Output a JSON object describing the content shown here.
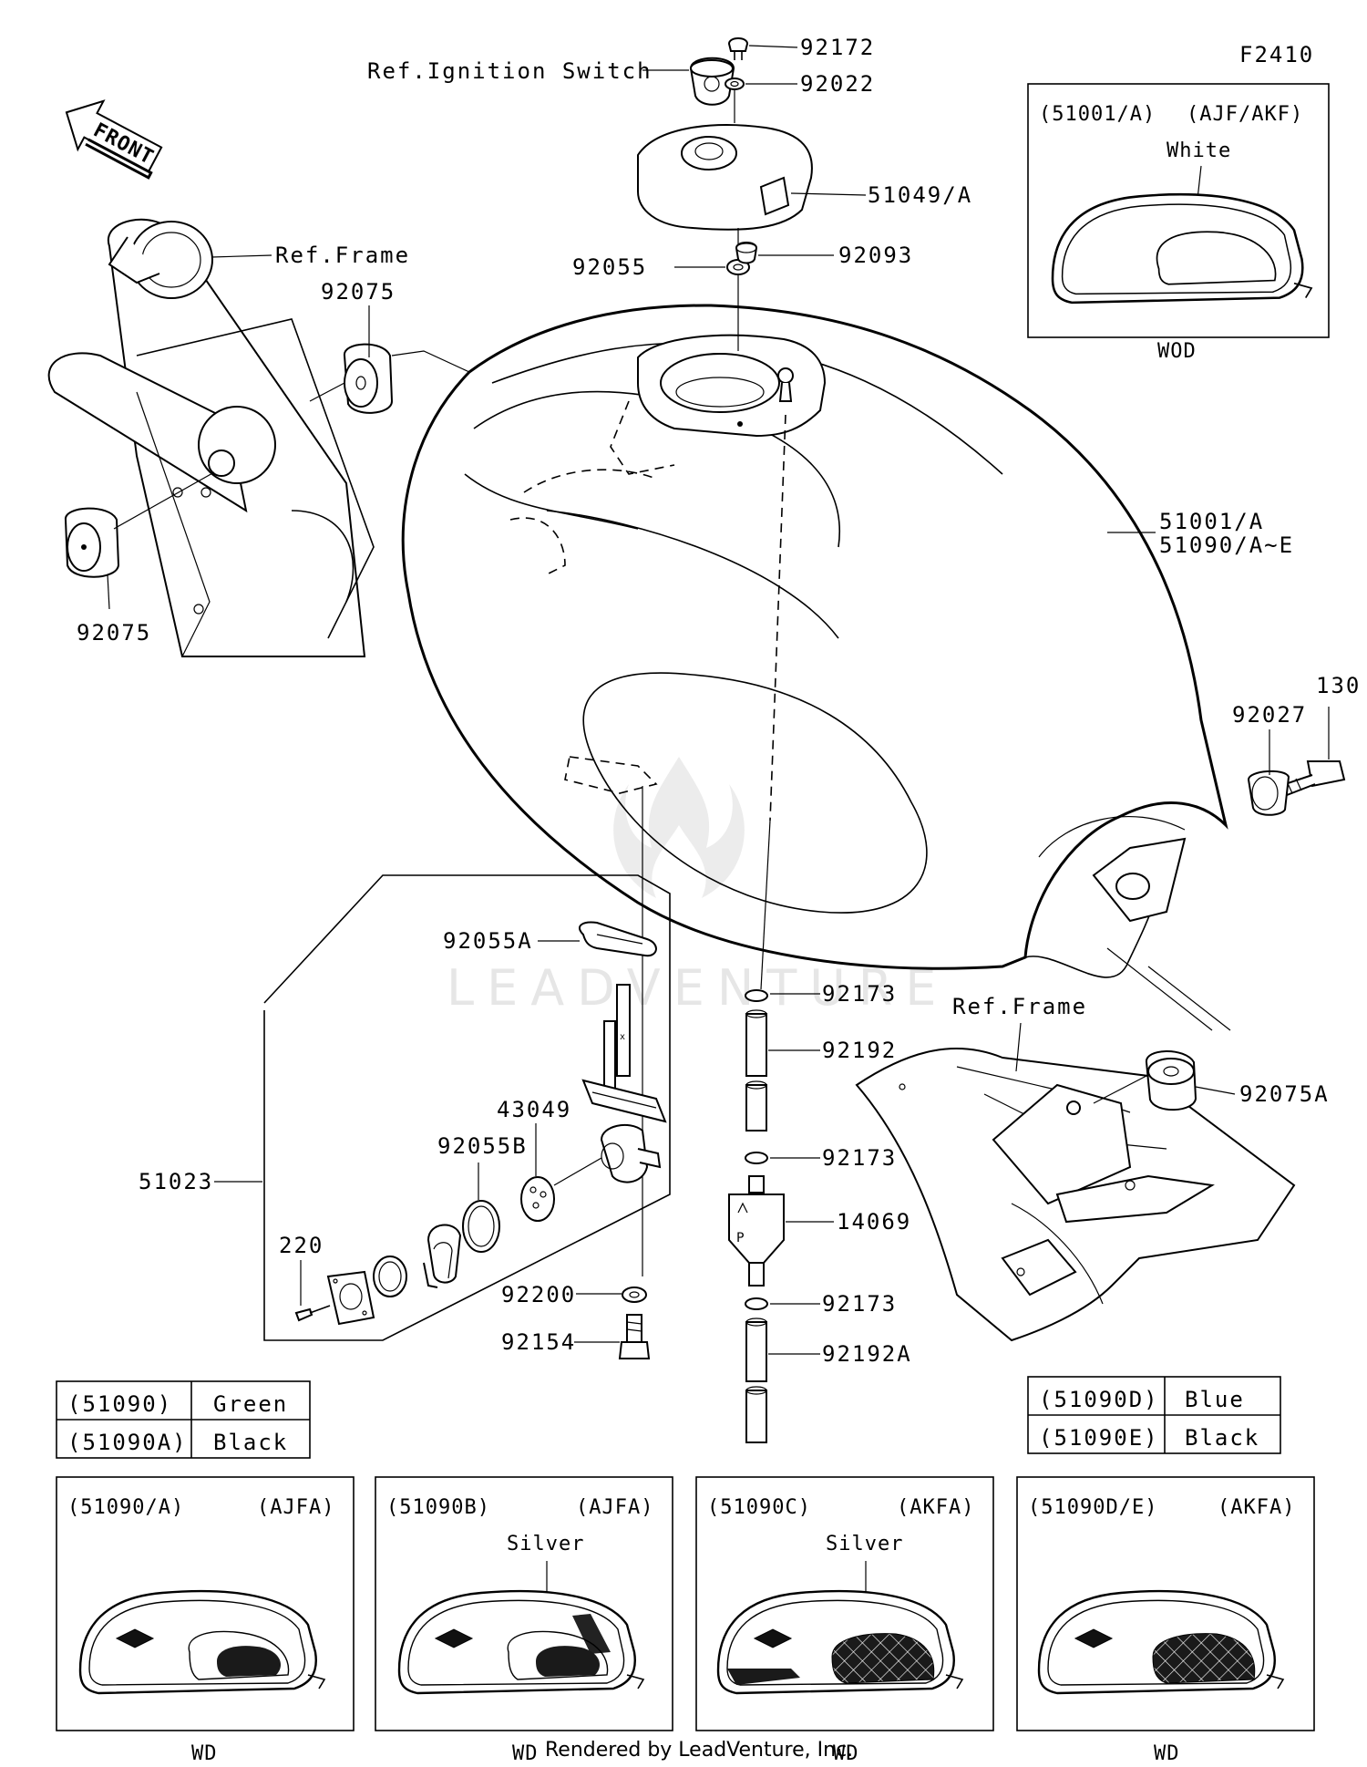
{
  "diagram_code": "F2410",
  "watermark": "LEADVENTURE",
  "footer": "Rendered by LeadVenture, Inc.",
  "front_arrow": "FRONT",
  "refs": {
    "ignition": "Ref.Ignition Switch",
    "frame_top": "Ref.Frame",
    "frame_bottom": "Ref.Frame"
  },
  "callouts": {
    "p92172": "92172",
    "p92022": "92022",
    "p51049A": "51049/A",
    "p92055": "92055",
    "p92093": "92093",
    "p92075_top": "92075",
    "p92075_left": "92075",
    "p51001A": "51001/A",
    "p51090AE": "51090/A~E",
    "p130": "130",
    "p92027": "92027",
    "p92055A": "92055A",
    "p43049": "43049",
    "p92055B": "92055B",
    "p51023": "51023",
    "p220": "220",
    "p92200": "92200",
    "p92154": "92154",
    "p92173_a": "92173",
    "p92192": "92192",
    "p92173_b": "92173",
    "p14069": "14069",
    "p92173_c": "92173",
    "p92192A": "92192A",
    "p92075A": "92075A"
  },
  "inset_top": {
    "code": "(51001/A)",
    "model": "(AJF/AKF)",
    "color": "White",
    "foot": "WOD"
  },
  "color_table_left": [
    {
      "code": "(51090)",
      "color": "Green"
    },
    {
      "code": "(51090A)",
      "color": "Black"
    }
  ],
  "color_table_right": [
    {
      "code": "(51090D)",
      "color": "Blue"
    },
    {
      "code": "(51090E)",
      "color": "Black"
    }
  ],
  "insets_bottom": [
    {
      "code": "(51090/A)",
      "model": "(AJFA)",
      "color": "",
      "foot": "WD"
    },
    {
      "code": "(51090B)",
      "model": "(AJFA)",
      "color": "Silver",
      "foot": "WD"
    },
    {
      "code": "(51090C)",
      "model": "(AKFA)",
      "color": "Silver",
      "foot": "WD"
    },
    {
      "code": "(51090D/E)",
      "model": "(AKFA)",
      "color": "",
      "foot": "WD"
    }
  ]
}
